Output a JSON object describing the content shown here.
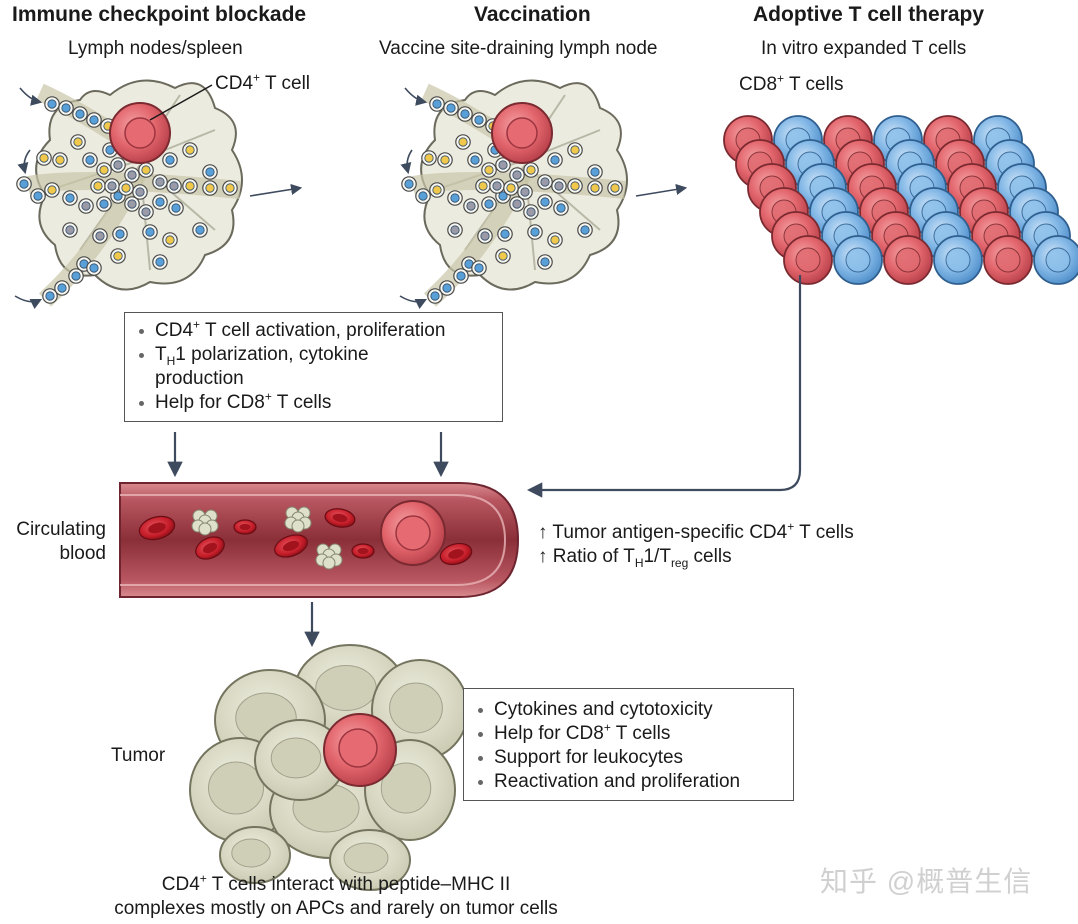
{
  "columns": [
    {
      "title": "Immune checkpoint blockade",
      "subtitle": "Lymph nodes/spleen"
    },
    {
      "title": "Vaccination",
      "subtitle": "Vaccine site-draining lymph node"
    },
    {
      "title": "Adoptive T cell therapy",
      "subtitle": "In vitro expanded T cells"
    }
  ],
  "cell_labels": {
    "cd4_main": "CD4",
    "cd4_suffix": " T cell",
    "cd8_main": "CD8",
    "cd8_suffix": " T cells",
    "plus": "+"
  },
  "activation_box": {
    "item1_a": "CD4",
    "item1_b": " T cell activation, proliferation",
    "item2_a": "T",
    "item2_sub": "H",
    "item2_b": "1 polarization, cytokine",
    "item2_c": "production",
    "item3_a": "Help for CD8",
    "item3_b": " T cells"
  },
  "blood": {
    "label_line1": "Circulating",
    "label_line2": "blood",
    "effect1_a": "↑ Tumor antigen-specific CD4",
    "effect1_b": " T cells",
    "effect2_a": "↑ Ratio of T",
    "effect2_sub1": "H",
    "effect2_b": "1/T",
    "effect2_sub2": "reg",
    "effect2_c": " cells"
  },
  "tumor": {
    "label": "Tumor",
    "caption_line1_a": "CD4",
    "caption_line1_b": " T cells interact with peptide–MHC II",
    "caption_line2": "complexes mostly on APCs and rarely on tumor cells"
  },
  "function_box": {
    "item1": "Cytokines and cytotoxicity",
    "item2_a": "Help for CD8",
    "item2_b": " T cells",
    "item3": "Support for leukocytes",
    "item4": "Reactivation and proliferation"
  },
  "watermark": "知乎 @概普生信",
  "colors": {
    "cd4_cell": "#e06a70",
    "cd8_cell": "#7db4e6",
    "blood_vessel": "#9b3a45",
    "red_blood_cell": "#c9232e",
    "lymph_node": "#ecebdf",
    "tumor_cell": "#d8d8c5",
    "arrow": "#3e4a5e"
  }
}
